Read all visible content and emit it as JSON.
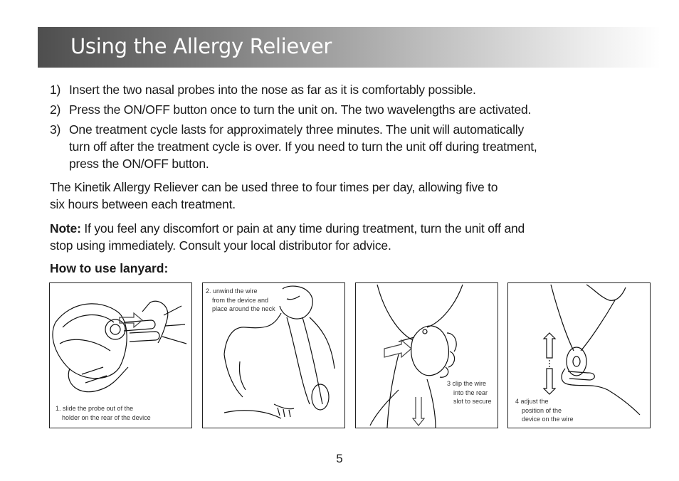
{
  "title": "Using the Allergy Reliever",
  "steps": [
    {
      "number": "1)",
      "lines": [
        "Insert the two nasal probes into the nose as far as it is comfortably possible."
      ]
    },
    {
      "number": "2)",
      "lines": [
        "Press the ON/OFF button once to turn the unit on. The two wavelengths are activated."
      ]
    },
    {
      "number": "3)",
      "lines": [
        "One treatment cycle lasts for approximately three minutes. The unit will automatically",
        "turn off after the treatment cycle is over. If you need to turn the unit off during treatment,",
        "press the ON/OFF button."
      ]
    }
  ],
  "paragraph_usage": [
    "The Kinetik Allergy Reliever can be used three to four times per day, allowing five to",
    "six hours between each treatment."
  ],
  "note": {
    "label": "Note:",
    "lines": [
      " If you feel any discomfort or pain at any time during treatment, turn the unit off and",
      "stop using immediately. Consult your local distributor for advice."
    ]
  },
  "lanyard_heading": "How to use lanyard:",
  "panels": [
    {
      "caption": [
        "1. slide the probe out of the",
        "holder on the rear of the device"
      ]
    },
    {
      "caption": [
        "2. unwind the wire",
        "from the device and",
        "place around the neck"
      ]
    },
    {
      "caption": [
        "3 clip the wire",
        "into the rear",
        "slot to secure"
      ]
    },
    {
      "caption": [
        "4 adjust the",
        "position of the",
        "device on the wire"
      ]
    }
  ],
  "page_number": "5"
}
